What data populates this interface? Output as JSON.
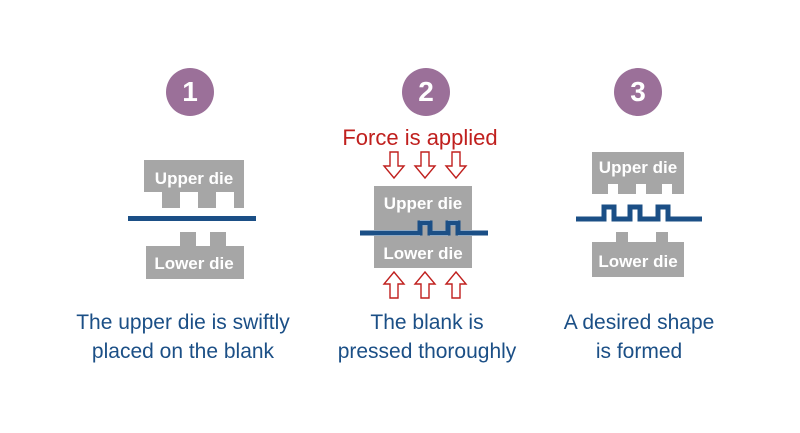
{
  "steps": [
    {
      "number": "1",
      "upper_die_label": "Upper die",
      "lower_die_label": "Lower die",
      "caption_line1": "The upper die is swiftly",
      "caption_line2": "placed on the blank"
    },
    {
      "number": "2",
      "force_label": "Force is applied",
      "upper_die_label": "Upper die",
      "lower_die_label": "Lower die",
      "caption_line1": "The blank is",
      "caption_line2": "pressed thoroughly"
    },
    {
      "number": "3",
      "upper_die_label": "Upper die",
      "lower_die_label": "Lower die",
      "caption_line1": "A desired shape",
      "caption_line2": "is formed"
    }
  ],
  "colors": {
    "badge": "#9b7099",
    "die": "#a6a6a6",
    "blank": "#1b4f86",
    "force": "#c0201e",
    "caption": "#1b4f86"
  }
}
